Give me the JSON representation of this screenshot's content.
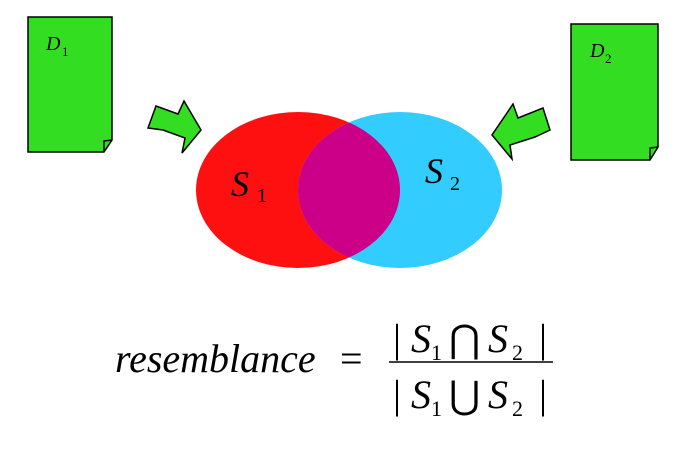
{
  "documents": {
    "d1": {
      "letter": "D",
      "subscript": "1",
      "fill": "#33dd22"
    },
    "d2": {
      "letter": "D",
      "subscript": "2",
      "fill": "#33dd22"
    }
  },
  "sets": {
    "s1": {
      "letter": "S",
      "subscript": "1",
      "fill": "#ff1010"
    },
    "s2": {
      "letter": "S",
      "subscript": "2",
      "fill": "#33ccff"
    },
    "overlap_fill": "#cc0088"
  },
  "formula": {
    "lhs": "resemblance",
    "equals": "=",
    "numerator": {
      "bar": "|",
      "a": "S",
      "a_sub": "1",
      "op": "⋂",
      "b": "S",
      "b_sub": "2"
    },
    "denominator": {
      "bar": "|",
      "a": "S",
      "a_sub": "1",
      "op": "⋃",
      "b": "S",
      "b_sub": "2"
    }
  },
  "colors": {
    "arrow_fill": "#33dd22",
    "outline": "#000000"
  }
}
